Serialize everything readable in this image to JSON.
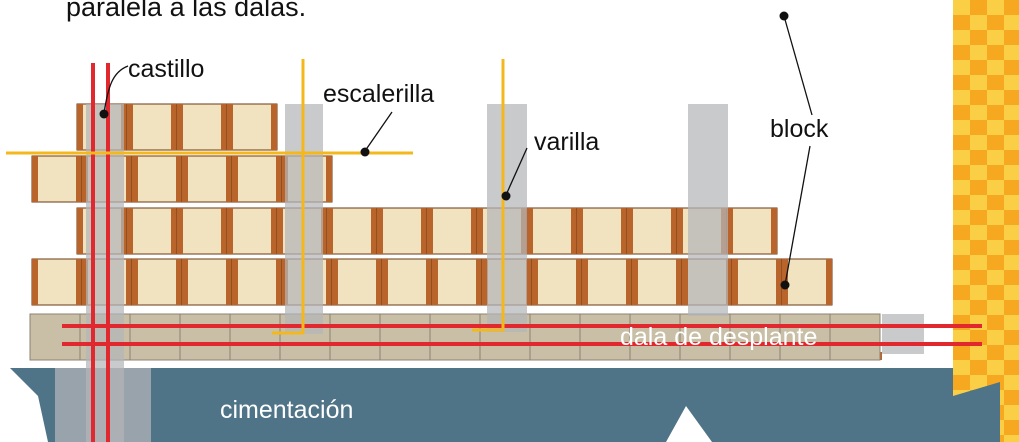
{
  "caption_partial": "paralela a las dalas.",
  "labels": {
    "castillo": "castillo",
    "escalerilla": "escalerilla",
    "varilla": "varilla",
    "block": "block",
    "dala": "dala de desplante",
    "cimentacion": "cimentación"
  },
  "colors": {
    "block_face": "#f1e3c0",
    "block_web": "#b8642a",
    "rebar_red": "#e0282e",
    "rebar_yellow": "#f4b81c",
    "grout_gray": "#b4b6b9",
    "dala_fill": "#c9bfa7",
    "foundation": "#4f7488",
    "side_orange": "#f5a820",
    "side_yellow": "#fbcf45"
  }
}
